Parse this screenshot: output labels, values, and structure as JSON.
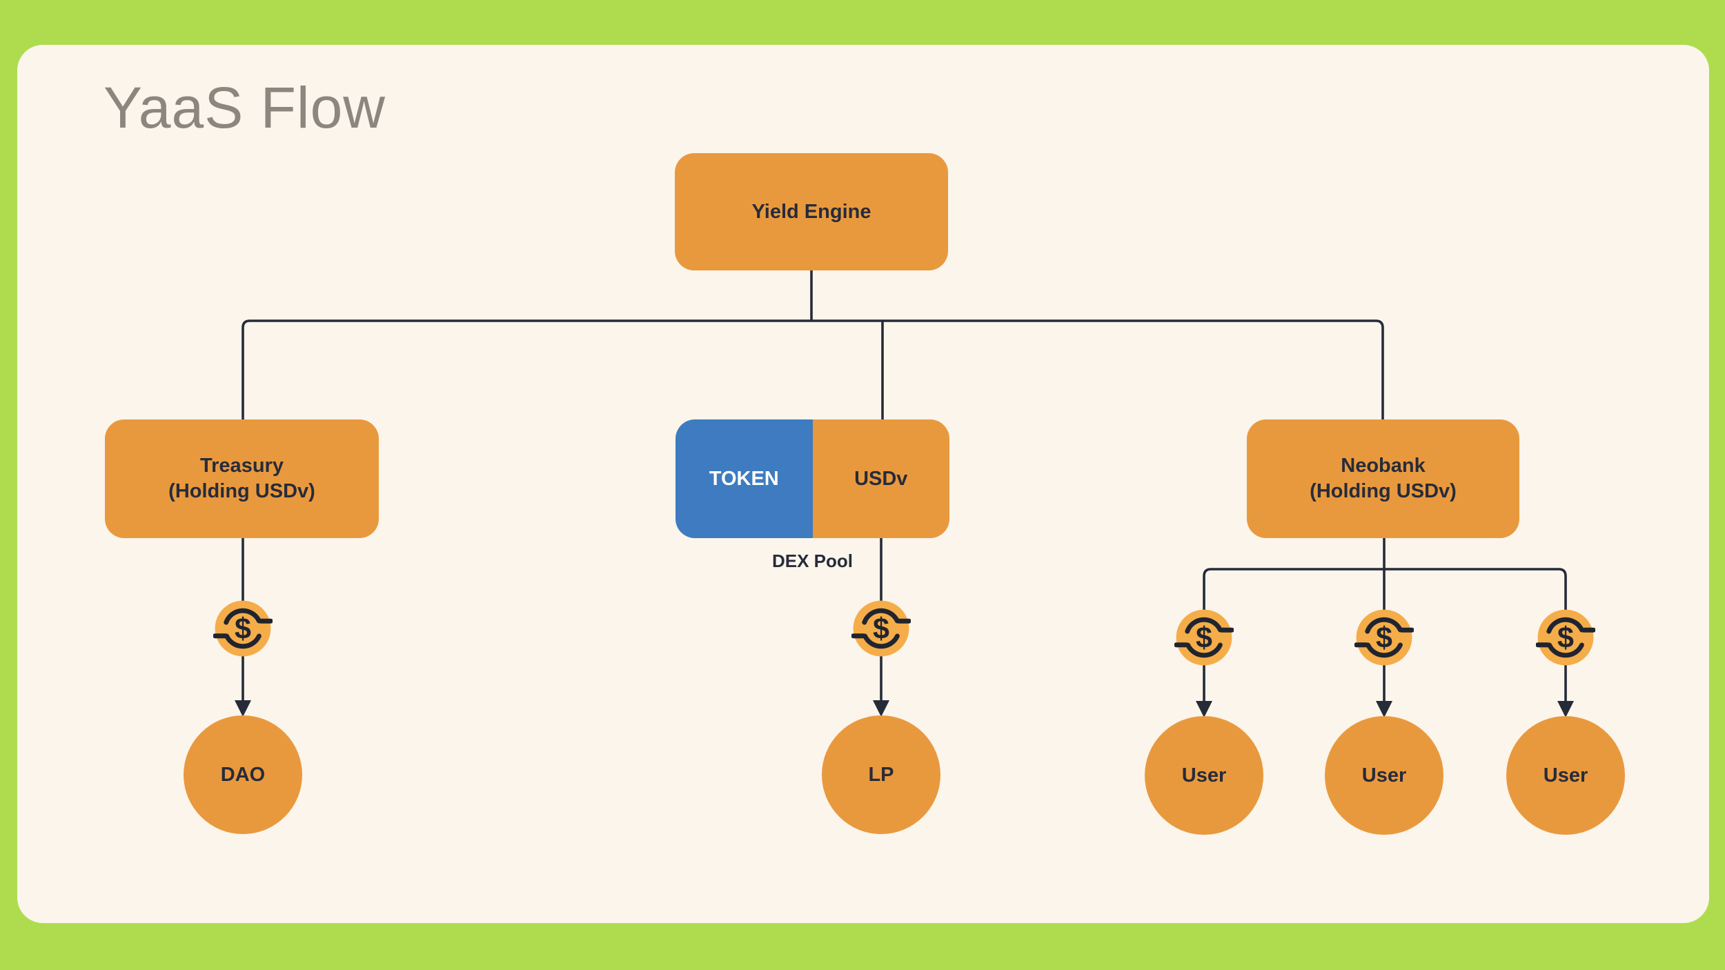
{
  "title": "YaaS Flow",
  "colors": {
    "frame_border": "#AEDC4E",
    "frame_background": "#FBF5EC",
    "node_orange": "#E9993D",
    "coin_orange": "#F5AD49",
    "token_blue": "#3E7BC0",
    "line_dark": "#262B38",
    "title_gray": "#8B867E",
    "label_dark": "#272B3A",
    "token_text": "#FFFFFF"
  },
  "nodes": {
    "yield_engine": {
      "label": "Yield Engine"
    },
    "treasury": {
      "line1": "Treasury",
      "line2": "(Holding USDv)"
    },
    "dex_pool": {
      "token": "TOKEN",
      "usdv": "USDv",
      "caption": "DEX Pool"
    },
    "neobank": {
      "line1": "Neobank",
      "line2": "(Holding USDv)"
    },
    "dao": {
      "label": "DAO"
    },
    "lp": {
      "label": "LP"
    },
    "users": [
      {
        "label": "User"
      },
      {
        "label": "User"
      },
      {
        "label": "User"
      }
    ]
  },
  "icons": {
    "dollar_coin": {
      "name": "dollar-coin-icon",
      "symbol": "$"
    }
  }
}
